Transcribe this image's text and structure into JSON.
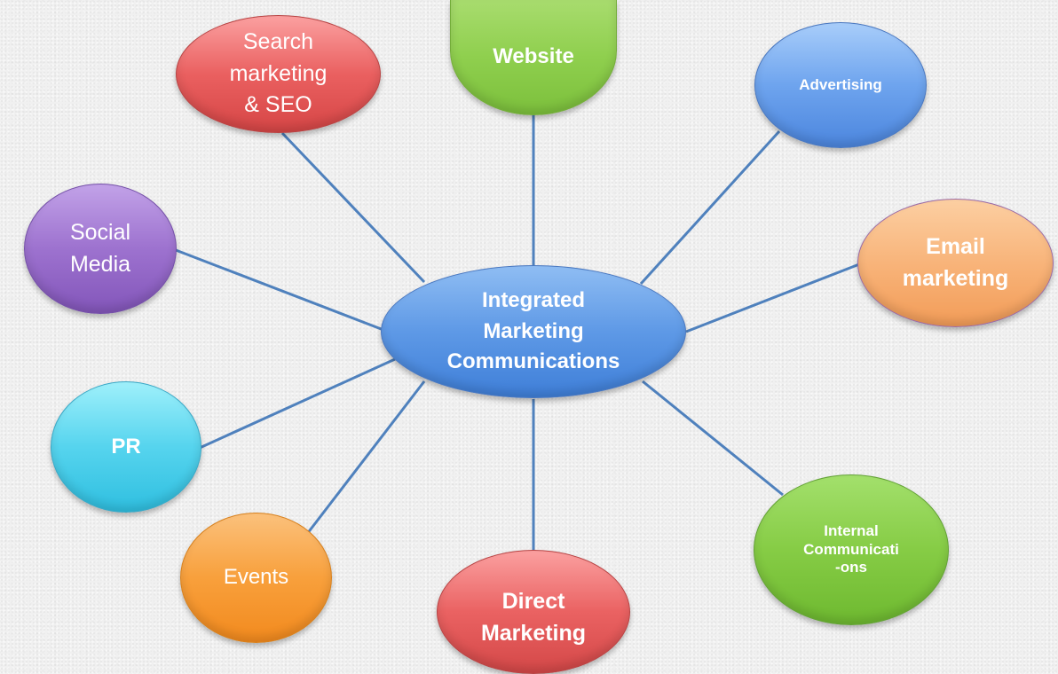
{
  "diagram": {
    "center": {
      "label": "Integrated\nMarketing\nCommunications"
    },
    "nodes": [
      {
        "id": "search",
        "label": "Search\nmarketing\n& SEO"
      },
      {
        "id": "website",
        "label": "Website"
      },
      {
        "id": "advertising",
        "label": "Advertising"
      },
      {
        "id": "social",
        "label": "Social\nMedia"
      },
      {
        "id": "email",
        "label": "Email\nmarketing"
      },
      {
        "id": "pr",
        "label": "PR"
      },
      {
        "id": "internal",
        "label": "Internal\nCommunicati\n-ons"
      },
      {
        "id": "events",
        "label": "Events"
      },
      {
        "id": "direct",
        "label": "Direct\nMarketing"
      }
    ],
    "connector_color": "#4f81bd"
  }
}
